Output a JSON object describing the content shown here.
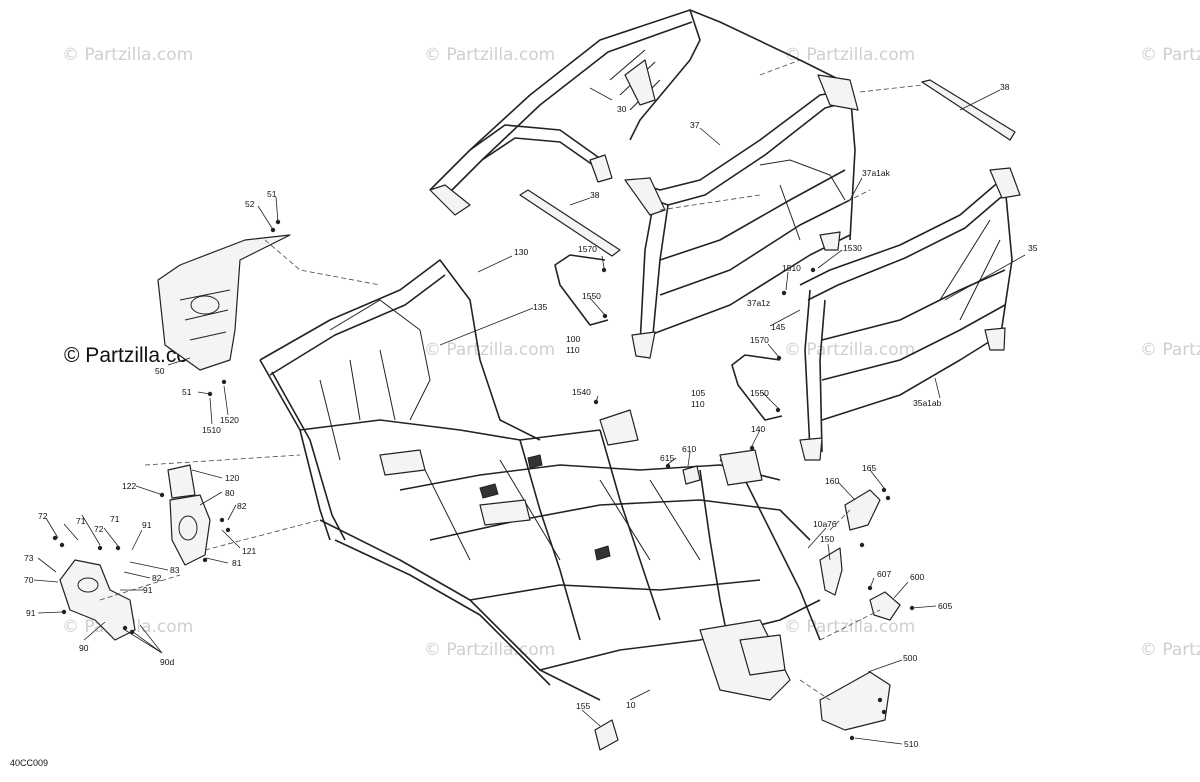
{
  "diagram_code": "40CC009",
  "brand_watermark": "© Partzilla.com",
  "watermark_text": "© Partzilla.com",
  "callouts": [
    {
      "id": "c30",
      "text": "30"
    },
    {
      "id": "c37",
      "text": "37"
    },
    {
      "id": "c38a",
      "text": "38"
    },
    {
      "id": "c38b",
      "text": "38"
    },
    {
      "id": "c37a1ak",
      "text": "37a1ak"
    },
    {
      "id": "c35",
      "text": "35"
    },
    {
      "id": "c51a",
      "text": "51"
    },
    {
      "id": "c52",
      "text": "52"
    },
    {
      "id": "c130",
      "text": "130"
    },
    {
      "id": "c1570a",
      "text": "1570"
    },
    {
      "id": "c1530",
      "text": "1530"
    },
    {
      "id": "c1510a",
      "text": "1510"
    },
    {
      "id": "c37a1z",
      "text": "37a1z"
    },
    {
      "id": "c1550a",
      "text": "1550"
    },
    {
      "id": "c135",
      "text": "135"
    },
    {
      "id": "c100",
      "text": "100"
    },
    {
      "id": "c110a",
      "text": "110"
    },
    {
      "id": "c145",
      "text": "145"
    },
    {
      "id": "c50",
      "text": "50"
    },
    {
      "id": "c51b",
      "text": "51"
    },
    {
      "id": "c1520",
      "text": "1520"
    },
    {
      "id": "c1510b",
      "text": "1510"
    },
    {
      "id": "c1570b",
      "text": "1570"
    },
    {
      "id": "c105",
      "text": "105"
    },
    {
      "id": "c110b",
      "text": "110"
    },
    {
      "id": "c1550b",
      "text": "1550"
    },
    {
      "id": "c35a1ab",
      "text": "35a1ab"
    },
    {
      "id": "c1540",
      "text": "1540"
    },
    {
      "id": "c140",
      "text": "140"
    },
    {
      "id": "c610",
      "text": "610"
    },
    {
      "id": "c615",
      "text": "615"
    },
    {
      "id": "c165",
      "text": "165"
    },
    {
      "id": "c160",
      "text": "160"
    },
    {
      "id": "c120",
      "text": "120"
    },
    {
      "id": "c122",
      "text": "122"
    },
    {
      "id": "c80",
      "text": "80"
    },
    {
      "id": "c82a",
      "text": "82"
    },
    {
      "id": "c72a",
      "text": "72"
    },
    {
      "id": "c71a",
      "text": "71"
    },
    {
      "id": "c72b",
      "text": "72"
    },
    {
      "id": "c71b",
      "text": "71"
    },
    {
      "id": "c91a",
      "text": "91"
    },
    {
      "id": "c121",
      "text": "121"
    },
    {
      "id": "c73",
      "text": "73"
    },
    {
      "id": "c83",
      "text": "83"
    },
    {
      "id": "c81",
      "text": "81"
    },
    {
      "id": "c70",
      "text": "70"
    },
    {
      "id": "c82b",
      "text": "82"
    },
    {
      "id": "c91b",
      "text": "91"
    },
    {
      "id": "c91c",
      "text": "91"
    },
    {
      "id": "c90",
      "text": "90"
    },
    {
      "id": "c90d",
      "text": "90d"
    },
    {
      "id": "c10a76",
      "text": "10a76"
    },
    {
      "id": "c150",
      "text": "150"
    },
    {
      "id": "c607",
      "text": "607"
    },
    {
      "id": "c600",
      "text": "600"
    },
    {
      "id": "c605",
      "text": "605"
    },
    {
      "id": "c500",
      "text": "500"
    },
    {
      "id": "c10",
      "text": "10"
    },
    {
      "id": "c155",
      "text": "155"
    },
    {
      "id": "c510",
      "text": "510"
    }
  ]
}
